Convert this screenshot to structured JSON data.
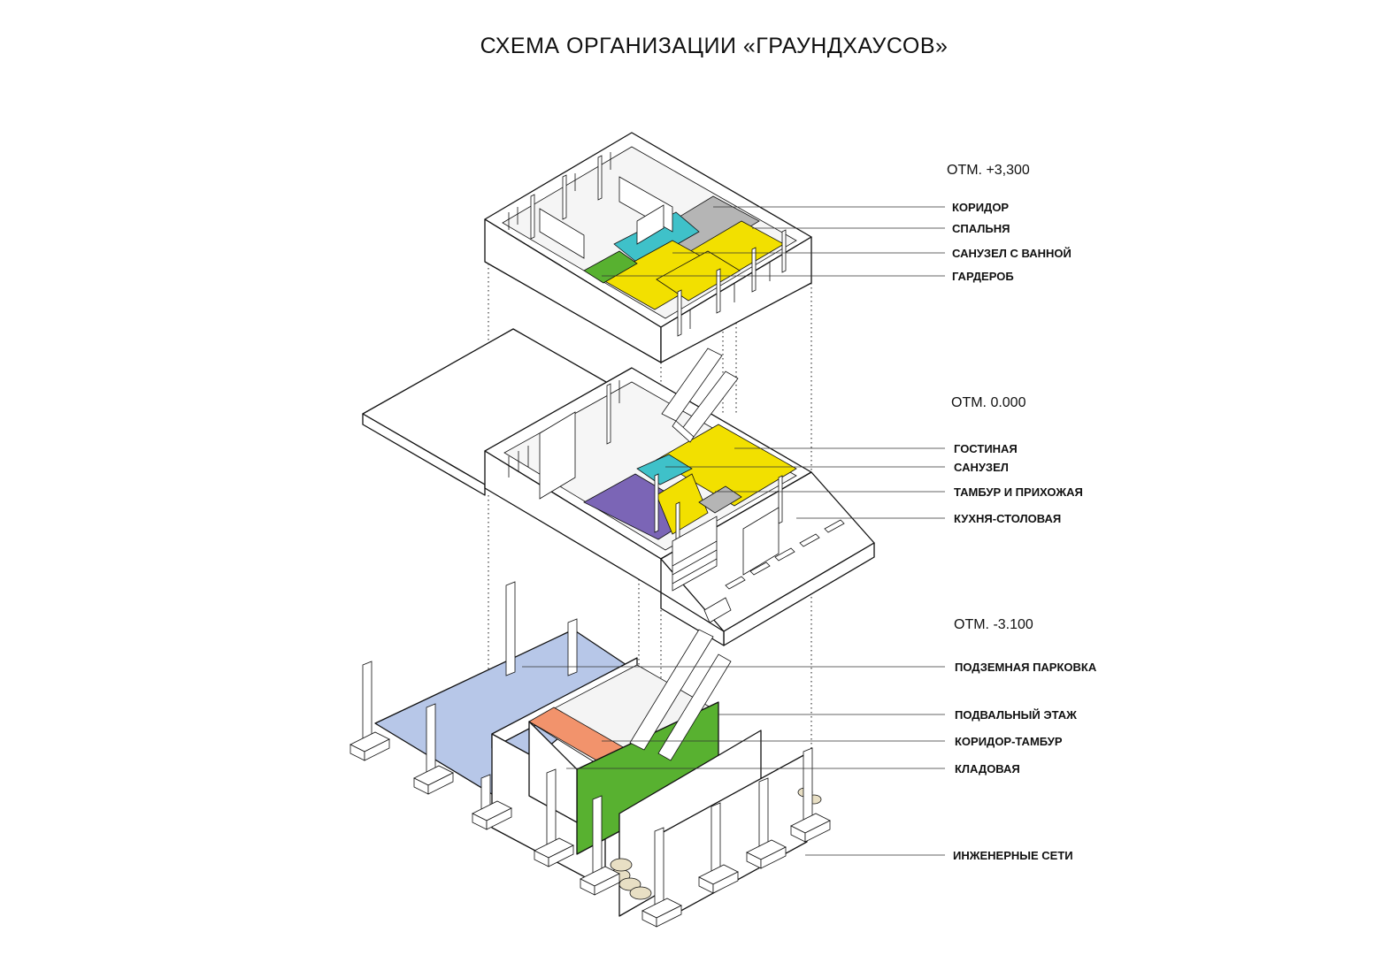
{
  "title": "СХЕМА ОРГАНИЗАЦИИ «ГРАУНДХАУСОВ»",
  "colors": {
    "yellow": "#f2e000",
    "cyan": "#3fc1c9",
    "green": "#58b130",
    "grey": "#b5b5b5",
    "purple": "#7b65b6",
    "light_blue": "#b7c7e8",
    "salmon": "#f2936c",
    "pipe_beige": "#e8dfc4"
  },
  "levels": [
    {
      "elevation": "ОТМ. +3,300",
      "labels": [
        "КОРИДОР",
        "СПАЛЬНЯ",
        "САНУЗЕЛ С ВАННОЙ",
        "ГАРДЕРОБ"
      ]
    },
    {
      "elevation": "ОТМ. 0.000",
      "labels": [
        "ГОСТИНАЯ",
        "САНУЗЕЛ",
        "ТАМБУР И ПРИХОЖАЯ",
        "КУХНЯ-СТОЛОВАЯ"
      ]
    },
    {
      "elevation": "ОТМ. -3.100",
      "labels": [
        "ПОДЗЕМНАЯ ПАРКОВКА",
        "ПОДВАЛЬНЫЙ ЭТАЖ",
        "КОРИДОР-ТАМБУР",
        "КЛАДОВАЯ",
        "ИНЖЕНЕРНЫЕ СЕТИ"
      ]
    }
  ],
  "icons": [
    "isometric-axonometric-drawing",
    "staircase-icon",
    "pipe-bundle-icon",
    "pile-foundation-icon"
  ]
}
